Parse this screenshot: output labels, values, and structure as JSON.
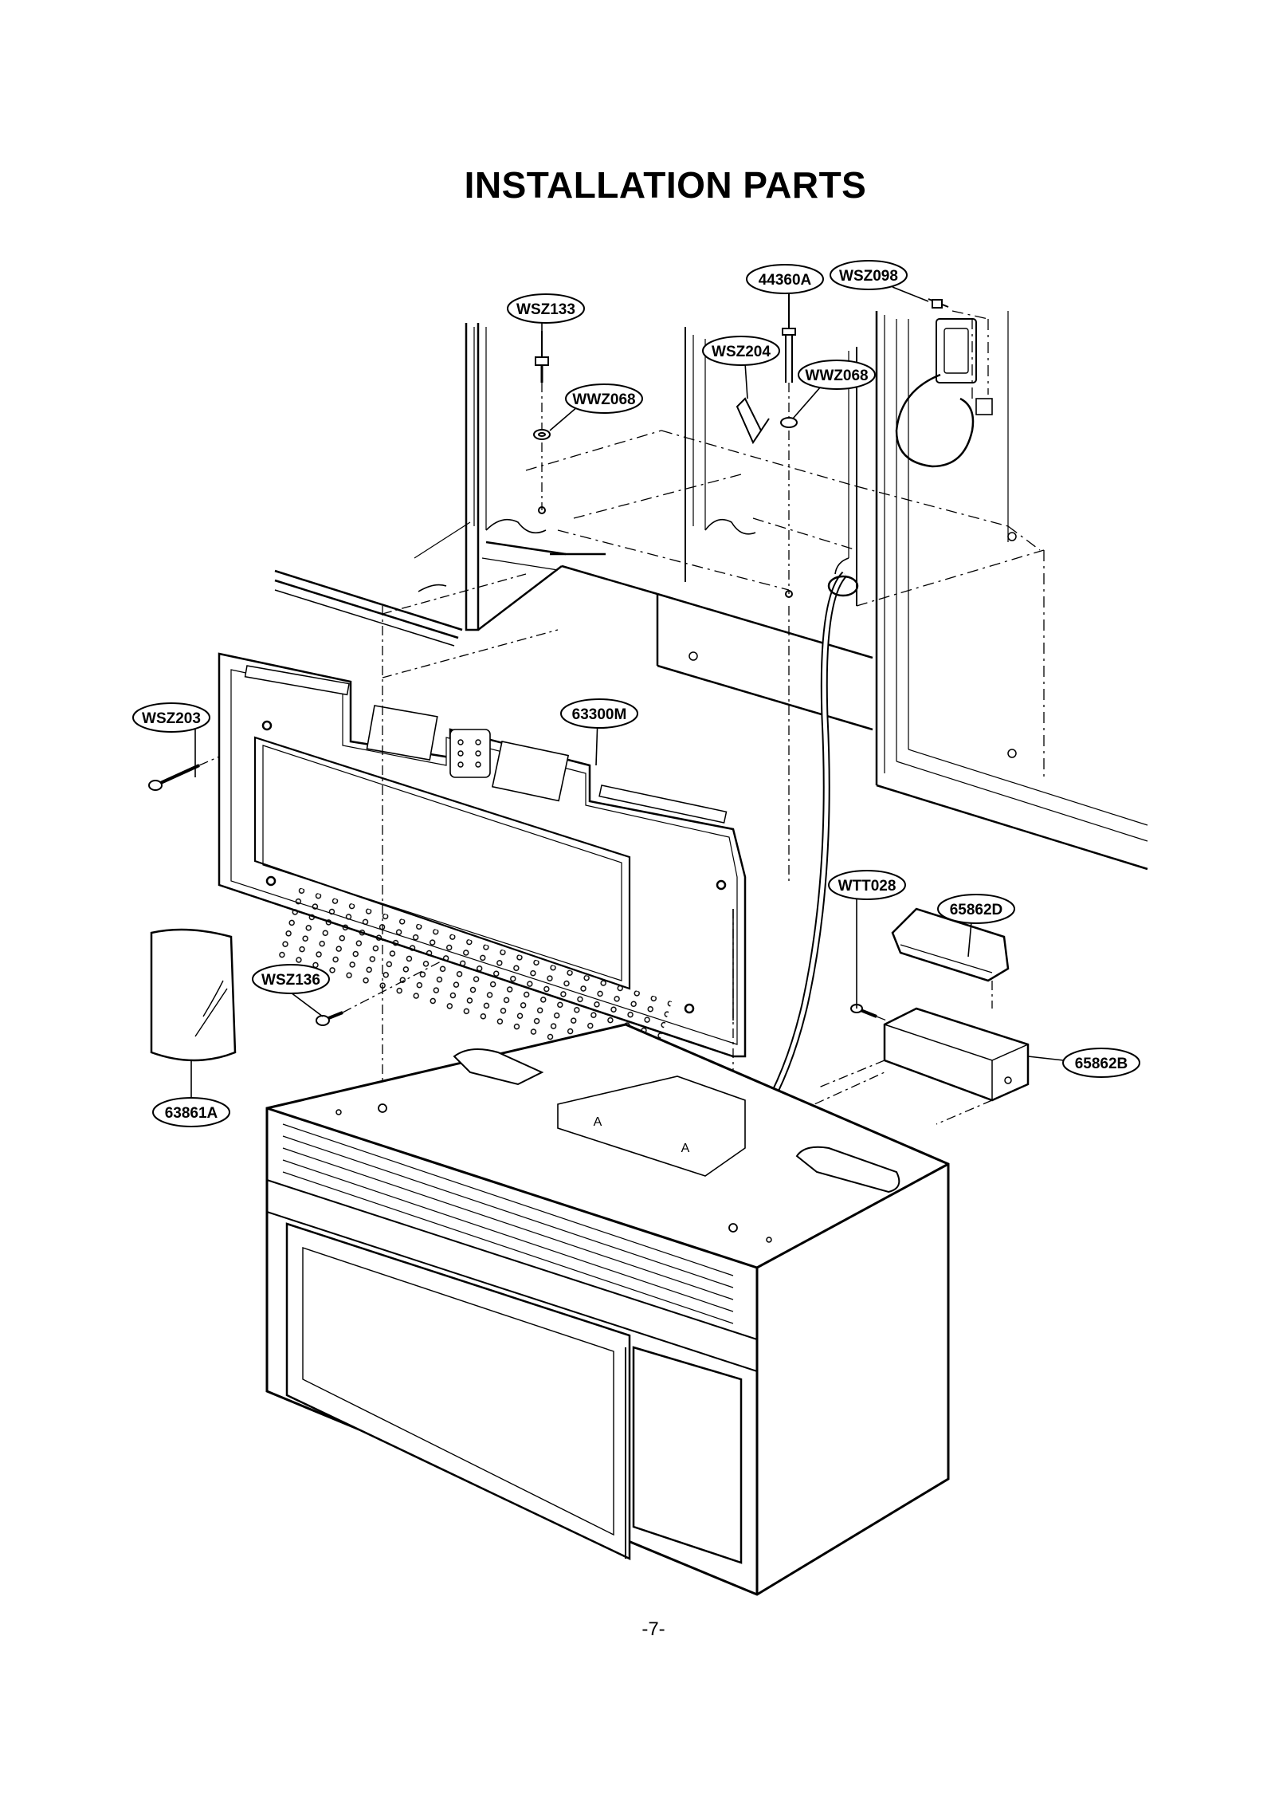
{
  "page": {
    "title": "INSTALLATION PARTS",
    "page_number": "-7-"
  },
  "callouts": [
    {
      "id": "wsz098",
      "label": "WSZ098"
    },
    {
      "id": "44360a",
      "label": "44360A"
    },
    {
      "id": "wsz133",
      "label": "WSZ133"
    },
    {
      "id": "wsz204",
      "label": "WSZ204"
    },
    {
      "id": "wwz068-right",
      "label": "WWZ068"
    },
    {
      "id": "wwz068-left",
      "label": "WWZ068"
    },
    {
      "id": "wsz203",
      "label": "WSZ203"
    },
    {
      "id": "63300m",
      "label": "63300M"
    },
    {
      "id": "wtt028",
      "label": "WTT028"
    },
    {
      "id": "65862d",
      "label": "65862D"
    },
    {
      "id": "wsz136",
      "label": "WSZ136"
    },
    {
      "id": "65862b",
      "label": "65862B"
    },
    {
      "id": "63861a",
      "label": "63861A"
    }
  ],
  "markers": {
    "template_mark": "A"
  }
}
